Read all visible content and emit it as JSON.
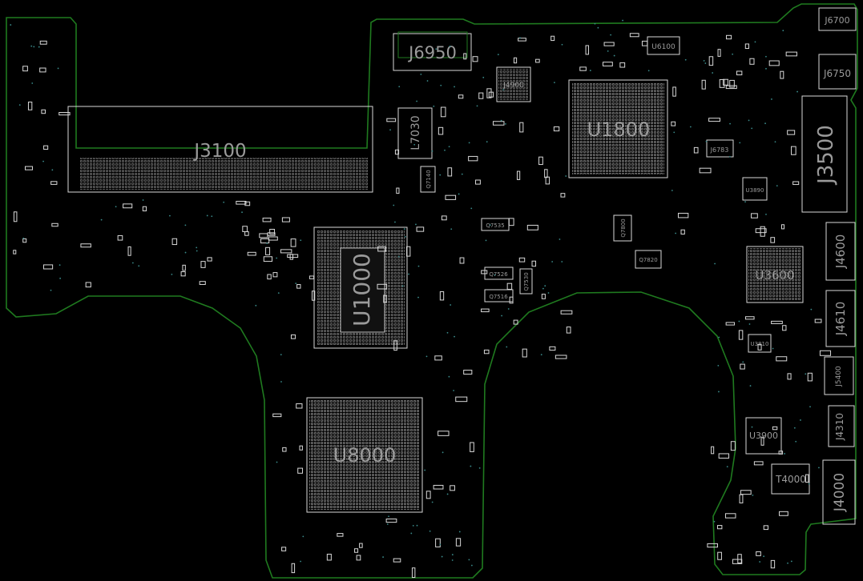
{
  "colors": {
    "background": "#000000",
    "outline": "#1f7a1f",
    "part": "#d8d8d8",
    "label": "#9a9a9a",
    "via": "#3a8a8a"
  },
  "components": [
    {
      "id": "j6950",
      "label": "J6950",
      "kind": "connector"
    },
    {
      "id": "j3100",
      "label": "J3100",
      "kind": "connector"
    },
    {
      "id": "l7030",
      "label": "L7030",
      "kind": "inductor"
    },
    {
      "id": "u1800",
      "label": "U1800",
      "kind": "bga"
    },
    {
      "id": "u6100",
      "label": "U6100",
      "kind": "ic"
    },
    {
      "id": "j4900",
      "label": "J4900",
      "kind": "bga"
    },
    {
      "id": "j6783",
      "label": "J6783",
      "kind": "connector"
    },
    {
      "id": "j6700",
      "label": "J6700",
      "kind": "connector"
    },
    {
      "id": "j6750",
      "label": "J6750",
      "kind": "connector"
    },
    {
      "id": "j3500",
      "label": "J3500",
      "kind": "connector"
    },
    {
      "id": "j4600",
      "label": "J4600",
      "kind": "connector"
    },
    {
      "id": "j4610",
      "label": "J4610",
      "kind": "connector"
    },
    {
      "id": "j5400",
      "label": "J5400",
      "kind": "connector"
    },
    {
      "id": "j4310",
      "label": "J4310",
      "kind": "connector"
    },
    {
      "id": "j4000",
      "label": "J4000",
      "kind": "connector"
    },
    {
      "id": "u3600",
      "label": "U3600",
      "kind": "bga"
    },
    {
      "id": "u3900",
      "label": "U3900",
      "kind": "ic"
    },
    {
      "id": "t4000",
      "label": "T4000",
      "kind": "transformer"
    },
    {
      "id": "u1000",
      "label": "U1000",
      "kind": "bga"
    },
    {
      "id": "u8000",
      "label": "U8000",
      "kind": "bga"
    },
    {
      "id": "q7535",
      "label": "Q7535",
      "kind": "transistor"
    },
    {
      "id": "q7526",
      "label": "Q7526",
      "kind": "transistor"
    },
    {
      "id": "q7516",
      "label": "Q7516",
      "kind": "transistor"
    },
    {
      "id": "q7530",
      "label": "Q7530",
      "kind": "transistor"
    },
    {
      "id": "q7820",
      "label": "Q7820",
      "kind": "transistor"
    },
    {
      "id": "q7800",
      "label": "Q7800",
      "kind": "transistor"
    },
    {
      "id": "q7140",
      "label": "Q7140",
      "kind": "transistor"
    },
    {
      "id": "u3890",
      "label": "U3890",
      "kind": "ic"
    },
    {
      "id": "u3810",
      "label": "U3810",
      "kind": "ic"
    }
  ]
}
